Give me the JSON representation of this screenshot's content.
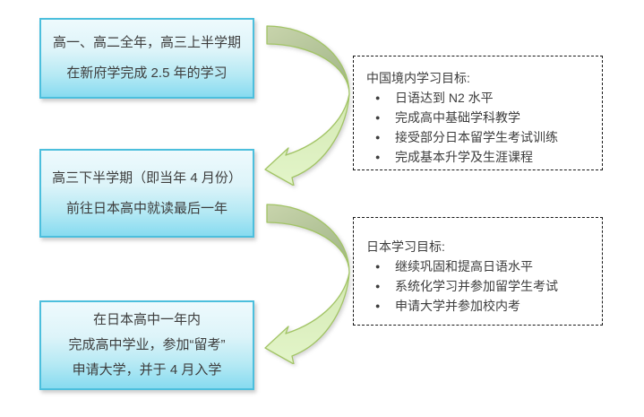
{
  "steps": [
    {
      "lines": [
        "高一、高二全年，高三上半学期",
        "在新府学完成 2.5 年的学习"
      ]
    },
    {
      "lines": [
        "高三下半学期（即当年 4 月份）",
        "前往日本高中就读最后一年"
      ]
    },
    {
      "lines": [
        "在日本高中一年内",
        "完成高中学业，参加“留考”",
        "申请大学，并于 4 月入学"
      ]
    }
  ],
  "goals": [
    {
      "title": "中国境内学习目标:",
      "bullet_icon": "●",
      "items": [
        "日语达到 N2 水平",
        "完成高中基础学科教学",
        "接受部分日本留学生考试训练",
        "完成基本升学及生涯课程"
      ]
    },
    {
      "title": "日本学习目标:",
      "bullet_icon": "●",
      "items": [
        "继续巩固和提高日语水平",
        "系统化学习并参加留学生考试",
        "申请大学并参加校内考"
      ]
    }
  ],
  "colors": {
    "step_box_border": "#4cbfdd",
    "step_box_fill_top": "#eefafd",
    "step_box_fill_bottom": "#87dbf0",
    "goal_box_border": "#191919",
    "arrow_outline": "#a2c465",
    "arrow_fill_dark": "#a3b789",
    "arrow_fill_light": "#e3f5c9",
    "text": "#3d3d3d"
  }
}
